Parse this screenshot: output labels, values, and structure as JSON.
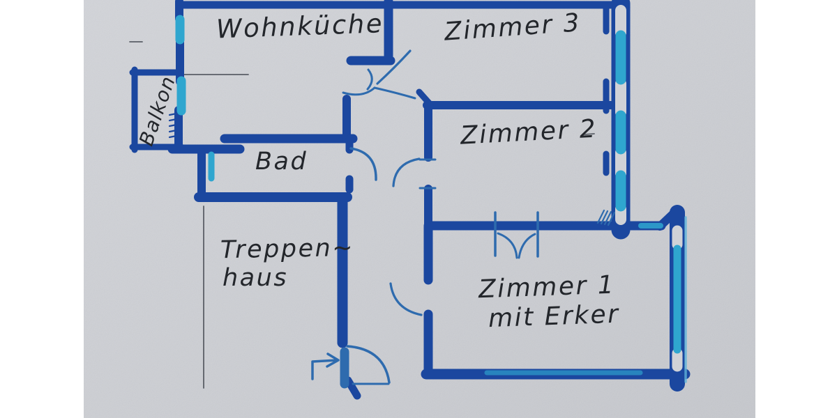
{
  "photo": {
    "description": "Hand-drawn apartment floor plan, blue marker on gray paper",
    "rooms": {
      "wohnkueche": {
        "label": "Wohnküche"
      },
      "zimmer3": {
        "label": "Zimmer 3"
      },
      "zimmer2": {
        "label": "Zimmer 2"
      },
      "zimmer1": {
        "label": "Zimmer 1",
        "sublabel": "mit Erker"
      },
      "bad": {
        "label": "Bad"
      },
      "treppenhaus": {
        "line1": "Treppen~",
        "line2": "haus"
      },
      "balkon": {
        "label": "Balkon"
      }
    },
    "colors": {
      "paper": "#d0d2d7",
      "wall_dark": "#1b479f",
      "window_cyan": "#2fa6cf",
      "pen_medium": "#2e6bae",
      "overdraw_light": "#5fb3da",
      "pencil": "#5a5e66",
      "ink": "#23262b"
    }
  }
}
